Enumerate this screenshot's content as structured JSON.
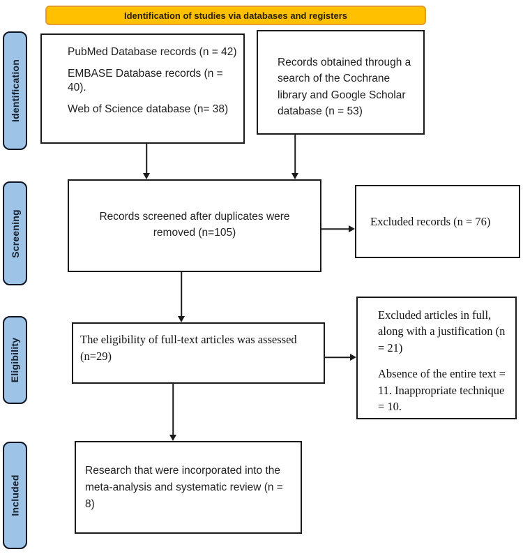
{
  "title_banner": "Identification of studies via databases and registers",
  "stages": {
    "identification": "Identification",
    "screening": "Screening",
    "eligibility": "Eligibility",
    "included": "Included"
  },
  "boxes": {
    "databases": {
      "lines": [
        "PubMed Database records (n = 42)",
        "EMBASE Database records (n = 40).",
        "Web of Science database (n= 38)"
      ]
    },
    "other_sources": "Records obtained through a search of the Cochrane library and Google Scholar database (n = 53)",
    "screened": "Records screened after duplicates were removed (n=105)",
    "excluded_records": "Excluded records (n = 76)",
    "eligibility_assessed": "The eligibility of full-text articles was assessed (n=29)",
    "excluded_articles": {
      "paragraphs": [
        "Excluded articles in full, along with a justification (n = 21)",
        "Absence of the entire text = 11. Inappropriate technique = 10."
      ]
    },
    "included": "Research that were incorporated into the meta-analysis and systematic review (n = 8)"
  },
  "colors": {
    "banner_fill": "#FFC000",
    "banner_border": "#E49C2D",
    "stage_fill": "#9DC3E6",
    "box_border": "#1A1A1A",
    "arrow": "#1A1A1A"
  }
}
